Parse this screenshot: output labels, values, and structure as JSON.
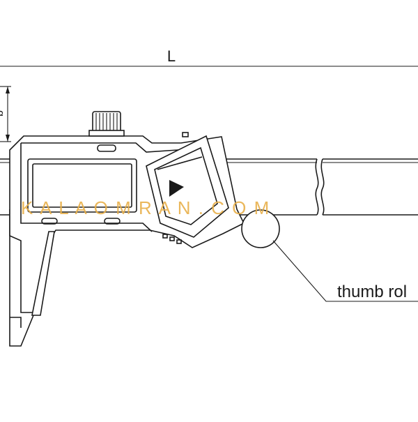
{
  "dimensions": {
    "length_label": "L",
    "depth_label": "b"
  },
  "callout": {
    "label": "thumb rol"
  },
  "watermark": {
    "text": "K A L A O M R A N . C O M",
    "color": "#e8b04a"
  },
  "colors": {
    "line": "#1a1a1a",
    "background": "#ffffff"
  }
}
